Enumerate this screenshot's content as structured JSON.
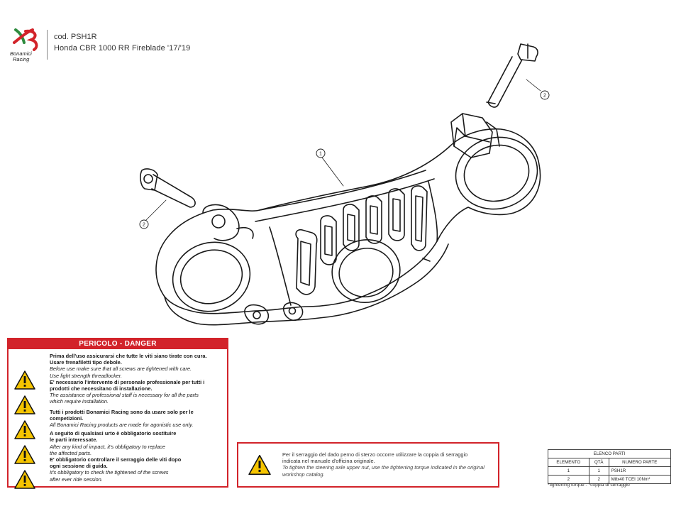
{
  "header": {
    "brand_line1": "Bonamici",
    "brand_line2": "Racing",
    "code": "cod. PSH1R",
    "model": "Honda CBR 1000 RR Fireblade '17/'19"
  },
  "callouts": {
    "main_body": "1",
    "screw_right": "2",
    "screw_left": "2"
  },
  "danger": {
    "title": "PERICOLO - DANGER",
    "groups": [
      {
        "it_lines": [
          "Prima dell'uso assicurarsi che tutte le viti siano tirate con cura.",
          "Usare frenafiletti tipo debole."
        ],
        "en_lines": [
          "Before use make sure that all screws are tightened with care.",
          "Use light strength threadlocker."
        ]
      },
      {
        "it_lines": [
          "E' necessario l'intervento di personale professionale per tutti i",
          "prodotti che necessitano di installazione."
        ],
        "en_lines": [
          "The assistance of professional staff is necessary for all the parts",
          "which require installation."
        ]
      },
      {
        "it_lines": [
          "Tutti i prodotti Bonamici Racing sono da usare solo per le competizioni."
        ],
        "en_lines": [
          "All Bonamici Racing products are made for agonistic use only."
        ]
      },
      {
        "it_lines": [
          "A seguito di qualsiasi urto è obbligatorio sostituire",
          "le parti interessate."
        ],
        "en_lines": [
          "After any kind of impact, it's obbligatory to replace",
          "the affected parts."
        ]
      },
      {
        "it_lines": [
          "E' obbligatorio controllare il serraggio delle viti dopo",
          "ogni sessione di guida."
        ],
        "en_lines": [
          "It's obbligatory to check the tightened of the screws",
          "after ever ride session."
        ]
      }
    ]
  },
  "note": {
    "it_lines": [
      "Per il serraggio del dado perno di sterzo occorre utilizzare la coppia di serraggio",
      "indicata nel manuale d'officina originale."
    ],
    "en_lines": [
      "To tighten the steering axle upper nut, use the tightening torque indicated in the original",
      "workshop catalog."
    ]
  },
  "parts_table": {
    "title": "ELENCO PARTI",
    "headers": [
      "ELEMENTO",
      "QTÀ",
      "NUMERO PARTE"
    ],
    "rows": [
      [
        "1",
        "1",
        "PSH1R"
      ],
      [
        "2",
        "2",
        "M8x40 TCEI 10Nm*"
      ]
    ],
    "footnote": "*tightening torque - *coppia di serraggio"
  },
  "colors": {
    "danger_red": "#d2232a",
    "warning_yellow": "#f5c400",
    "logo_green": "#2e8b3e"
  }
}
